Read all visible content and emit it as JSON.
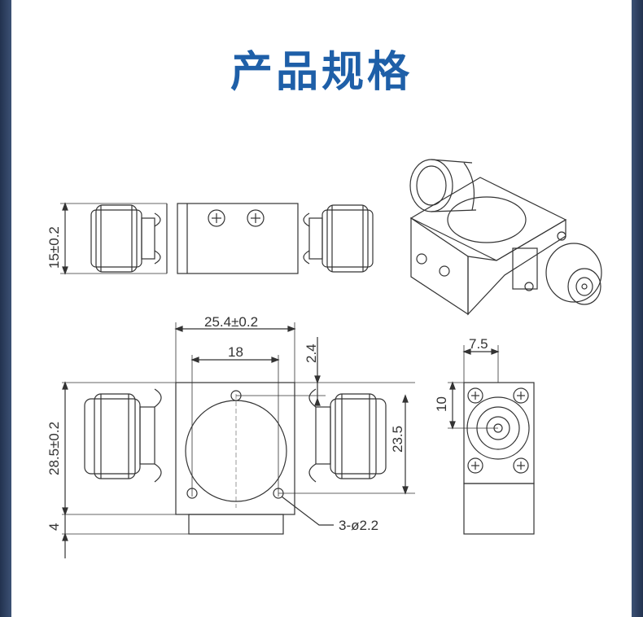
{
  "title": "产品规格",
  "colors": {
    "title": "#1e5fa8",
    "line": "#333333",
    "sideframe": "#2a3a5c"
  },
  "dimensions": {
    "side_height": "15±0.2",
    "top_width": "25.4±0.2",
    "hole_spacing": "18",
    "hole_offset": "2.4",
    "total_height": "28.5±0.2",
    "hole_height": "23.5",
    "base_thickness": "4",
    "end_width": "7.5",
    "end_height": "10",
    "mount_holes": "3-ø2.2"
  }
}
